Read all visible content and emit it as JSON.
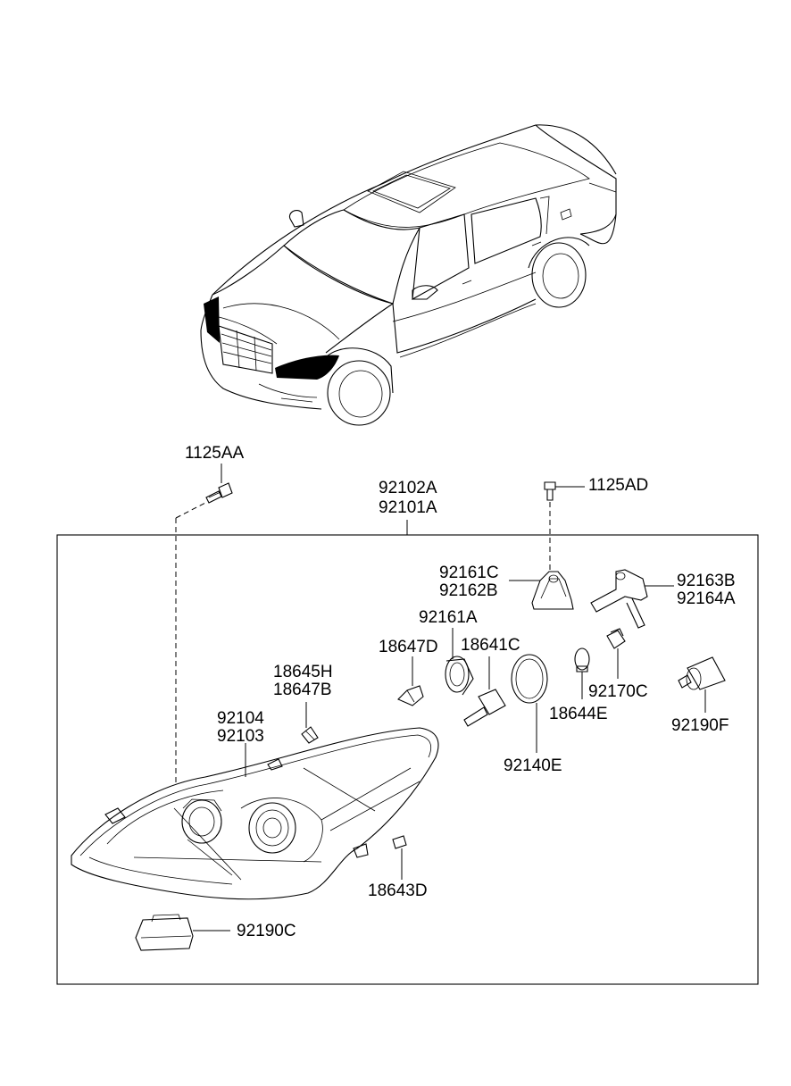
{
  "diagram": {
    "parts": {
      "p1125AA": "1125AA",
      "p92102A": "92102A",
      "p92101A": "92101A",
      "p1125AD": "1125AD",
      "p92161C": "92161C",
      "p92162B": "92162B",
      "p92163B": "92163B",
      "p92164A": "92164A",
      "p92161A": "92161A",
      "p18647D": "18647D",
      "p18641C": "18641C",
      "p18645H": "18645H",
      "p18647B": "18647B",
      "p92170C": "92170C",
      "p18644E": "18644E",
      "p92190F": "92190F",
      "p92104": "92104",
      "p92103": "92103",
      "p92140E": "92140E",
      "p18643D": "18643D",
      "p92190C": "92190C"
    },
    "highlight_color": "#000000",
    "line_color": "#000000",
    "background": "#ffffff"
  }
}
